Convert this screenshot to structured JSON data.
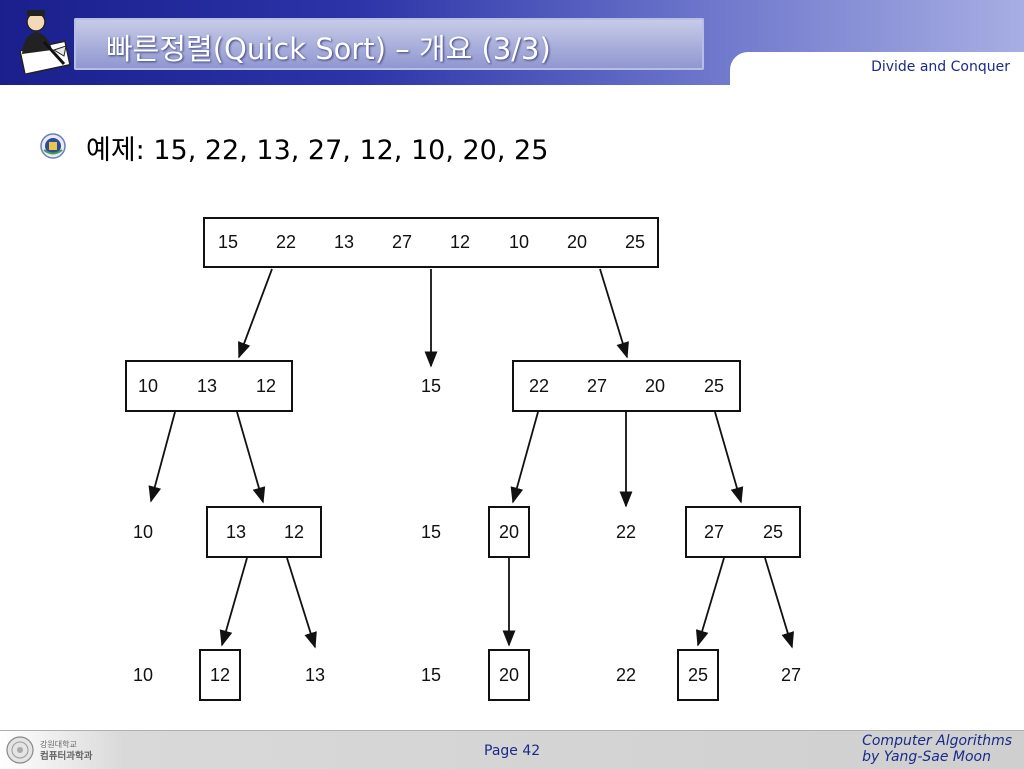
{
  "slide": {
    "title": "빠른정렬(Quick Sort) – 개요 (3/3)",
    "subtitle": "Divide and Conquer",
    "bullet_text": "예제: 15, 22, 13, 27, 12, 10, 20, 25"
  },
  "footer": {
    "page": "Page 42",
    "credit_line1": "Computer Algorithms",
    "credit_line2": "by Yang-Sae Moon",
    "logo_text_top": "강원대학교",
    "logo_text_bottom": "컴퓨터과학과"
  },
  "diagram": {
    "level0": [
      "15",
      "22",
      "13",
      "27",
      "12",
      "10",
      "20",
      "25"
    ],
    "level1_left": [
      "10",
      "13",
      "12"
    ],
    "level1_pivot": "15",
    "level1_right": [
      "22",
      "27",
      "20",
      "25"
    ],
    "level2_a": "10",
    "level2_b": [
      "13",
      "12"
    ],
    "level2_c": "15",
    "level2_d": "20",
    "level2_e": "22",
    "level2_f": [
      "27",
      "25"
    ],
    "level3": [
      "10",
      "12",
      "13",
      "15",
      "20",
      "22",
      "25",
      "27"
    ]
  },
  "colors": {
    "header_dark": "#1a1f8c",
    "accent_text": "#1a2a8a"
  }
}
